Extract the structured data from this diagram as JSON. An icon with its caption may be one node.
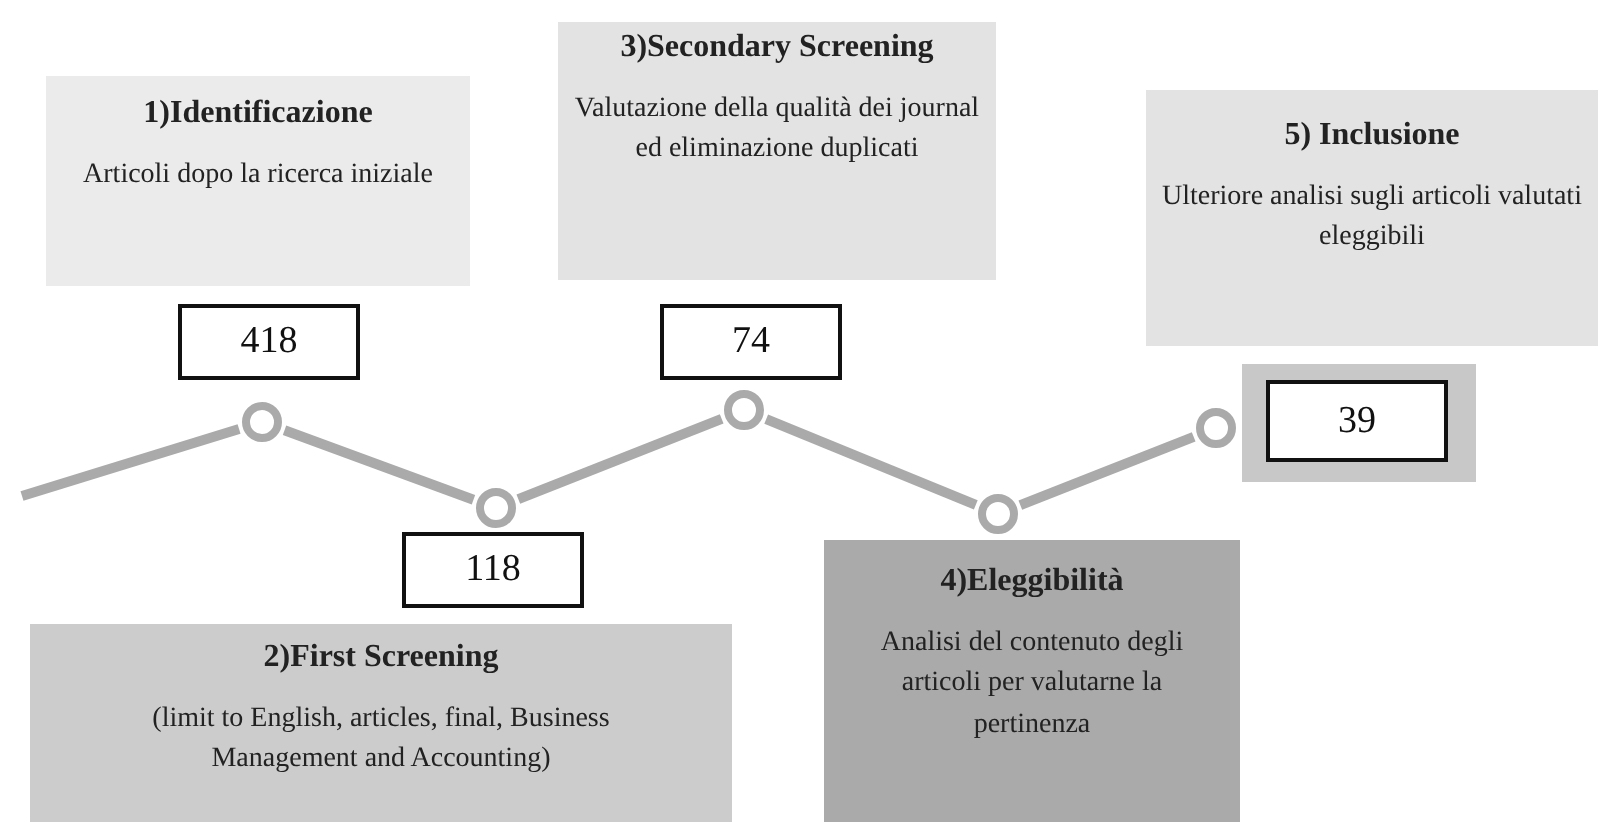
{
  "diagram": {
    "nodes": [
      {
        "text": [
          "1)Identificazione",
          "Articoli dopo la ricerca iniziale"
        ]
      },
      {
        "text": [
          "3)Secondary Screening",
          "Valutazione della qualità dei journal ed eliminazione duplicati"
        ]
      },
      {
        "text": [
          "5) Inclusione",
          "Ulteriore analisi sugli articoli valutati eleggibili"
        ]
      },
      {
        "text": [
          "418"
        ]
      },
      {
        "text": [
          "74"
        ]
      },
      {
        "text": [
          "39"
        ]
      },
      {
        "text": [],
        "shape": "circle"
      },
      {
        "text": [],
        "shape": "circle"
      },
      {
        "text": [],
        "shape": "circle"
      },
      {
        "text": [],
        "shape": "circle"
      },
      {
        "text": [],
        "shape": "circle"
      },
      {
        "text": [
          "118"
        ]
      },
      {
        "text": [
          "2)First Screening",
          "(limit to English, articles, final, Business Management and Accounting)"
        ]
      },
      {
        "text": [
          "4)Eleggibilità",
          "Analisi del contenuto degli articoli per valutarne la pertinenza"
        ]
      }
    ],
    "edges": [
      {
        "from": null,
        "to": 6,
        "arrow": "none"
      },
      {
        "from": 6,
        "to": 7,
        "arrow": "none"
      },
      {
        "from": 7,
        "to": 8,
        "arrow": "none"
      },
      {
        "from": 8,
        "to": 9,
        "arrow": "none"
      },
      {
        "from": 9,
        "to": 10,
        "arrow": "none"
      }
    ]
  }
}
